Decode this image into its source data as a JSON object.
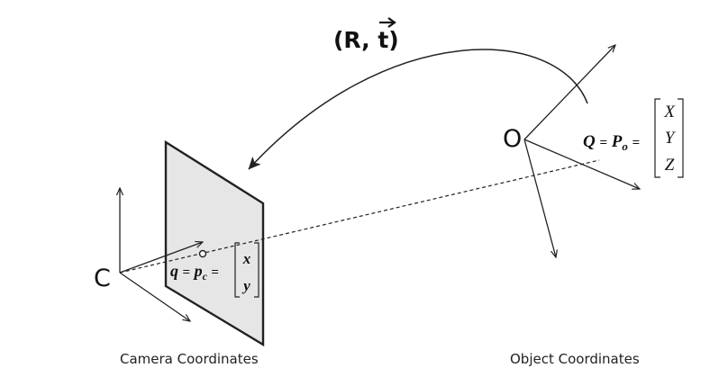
{
  "transform": {
    "label_prefix": "(R, ",
    "t": "t",
    "label_suffix": ")"
  },
  "camera": {
    "center_label": "C",
    "caption": "Camera Coordinates",
    "point": {
      "lhs": "q",
      "eq1": "=",
      "p": "p",
      "sub": "c",
      "eq2": "=",
      "vector": [
        "x",
        "y"
      ]
    }
  },
  "object": {
    "origin_label": "O",
    "caption": "Object Coordinates",
    "point": {
      "lhs": "Q",
      "eq1": "=",
      "p": "P",
      "sub": "o",
      "eq2": "=",
      "vector": [
        "X",
        "Y",
        "Z"
      ]
    }
  },
  "colors": {
    "stroke": "#222222",
    "plane_fill": "#e8e8e8"
  }
}
